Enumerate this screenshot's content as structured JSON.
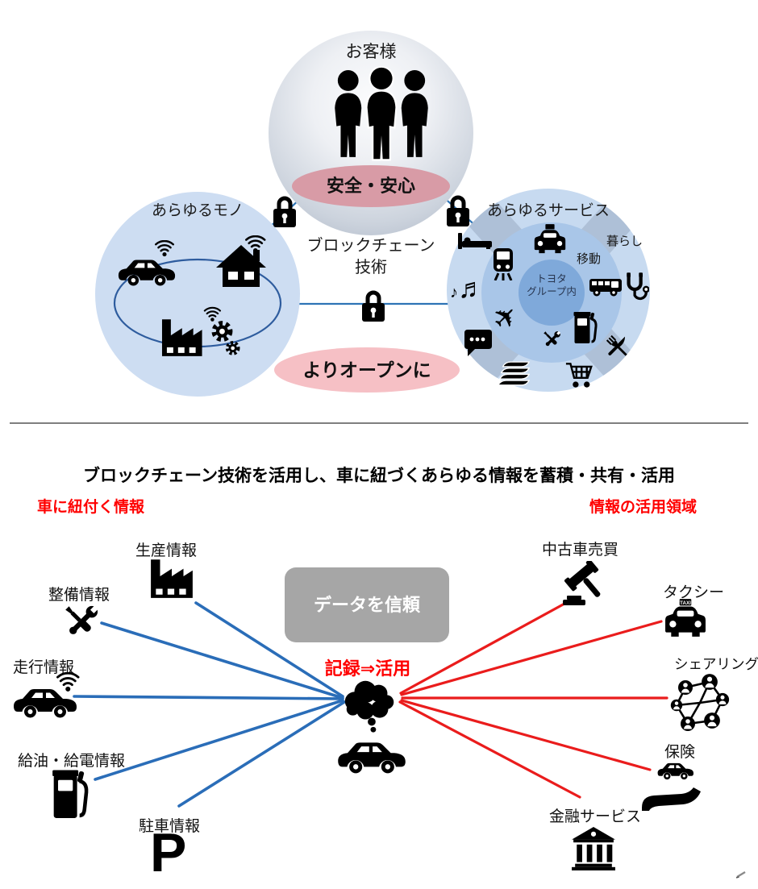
{
  "colors": {
    "connector_blue": "#2e74b5",
    "line_blue": "#2a6db8",
    "line_red": "#ea1c1c",
    "text_red": "#ff0000",
    "things_circle_fill": "#cdddf2",
    "services_outer_fill": "#c7daf0",
    "services_mid_fill": "#a9c6e8",
    "services_inner_fill": "#7fa9da",
    "safety_badge_fill": "#d89ba6",
    "open_badge_fill": "#f6c0c5",
    "trust_box_fill": "#a6a6a6",
    "divider_gray": "#7f7f7f"
  },
  "top_diagram": {
    "customer_circle": {
      "title": "お客様",
      "icon": "people-icon",
      "badge": "安全・安心"
    },
    "things_circle": {
      "title": "あらゆるモノ",
      "icons": [
        "connected-car-icon",
        "connected-house-icon",
        "connected-factory-icon",
        "gears-icon"
      ]
    },
    "services_circle": {
      "title": "あらゆるサービス",
      "outer_ring_label": "暮らし",
      "mid_ring_label": "移動",
      "core_line1": "トヨタ",
      "core_line2": "グループ内",
      "mobility_icons": [
        "taxi-icon",
        "train-icon",
        "bus-icon",
        "fuel-pump-icon",
        "tools-icon",
        "plane-icon"
      ],
      "living_icons": [
        "hotel-bed-icon",
        "music-icon",
        "chat-bubble-icon",
        "books-icon",
        "shopping-cart-icon",
        "dining-icon",
        "stethoscope-icon"
      ]
    },
    "center_label_line1": "ブロックチェーン",
    "center_label_line2": "技術",
    "lock_icon": "lock-icon",
    "open_badge": "よりオープンに"
  },
  "bottom_diagram": {
    "title": "ブロックチェーン技術を活用し、車に紐づくあらゆる情報を蓄積・共有・活用",
    "left_header": "車に紐付く情報",
    "right_header": "情報の活用領域",
    "trust_box_label": "データを信頼",
    "record_label": "記録⇒活用",
    "center_icons": [
      "thought-cloud-icon",
      "car-icon"
    ],
    "left_items": [
      {
        "label": "生産情報",
        "icon": "factory-icon"
      },
      {
        "label": "整備情報",
        "icon": "tools-icon"
      },
      {
        "label": "走行情報",
        "icon": "connected-car-icon"
      },
      {
        "label": "給油・給電情報",
        "icon": "fuel-pump-icon"
      },
      {
        "label": "駐車情報",
        "icon": "parking-icon"
      }
    ],
    "right_items": [
      {
        "label": "中古車売買",
        "icon": "gavel-icon"
      },
      {
        "label": "タクシー",
        "icon": "taxi-icon"
      },
      {
        "label": "シェアリング",
        "icon": "sharing-network-icon"
      },
      {
        "label": "保険",
        "icon": "insurance-icon"
      },
      {
        "label": "金融サービス",
        "icon": "bank-icon"
      }
    ],
    "taxi_sign": "TAXI",
    "parking_glyph": "P"
  },
  "glyphs": {
    "music_small": "♪",
    "music_large": "♬",
    "plane": "✈"
  }
}
